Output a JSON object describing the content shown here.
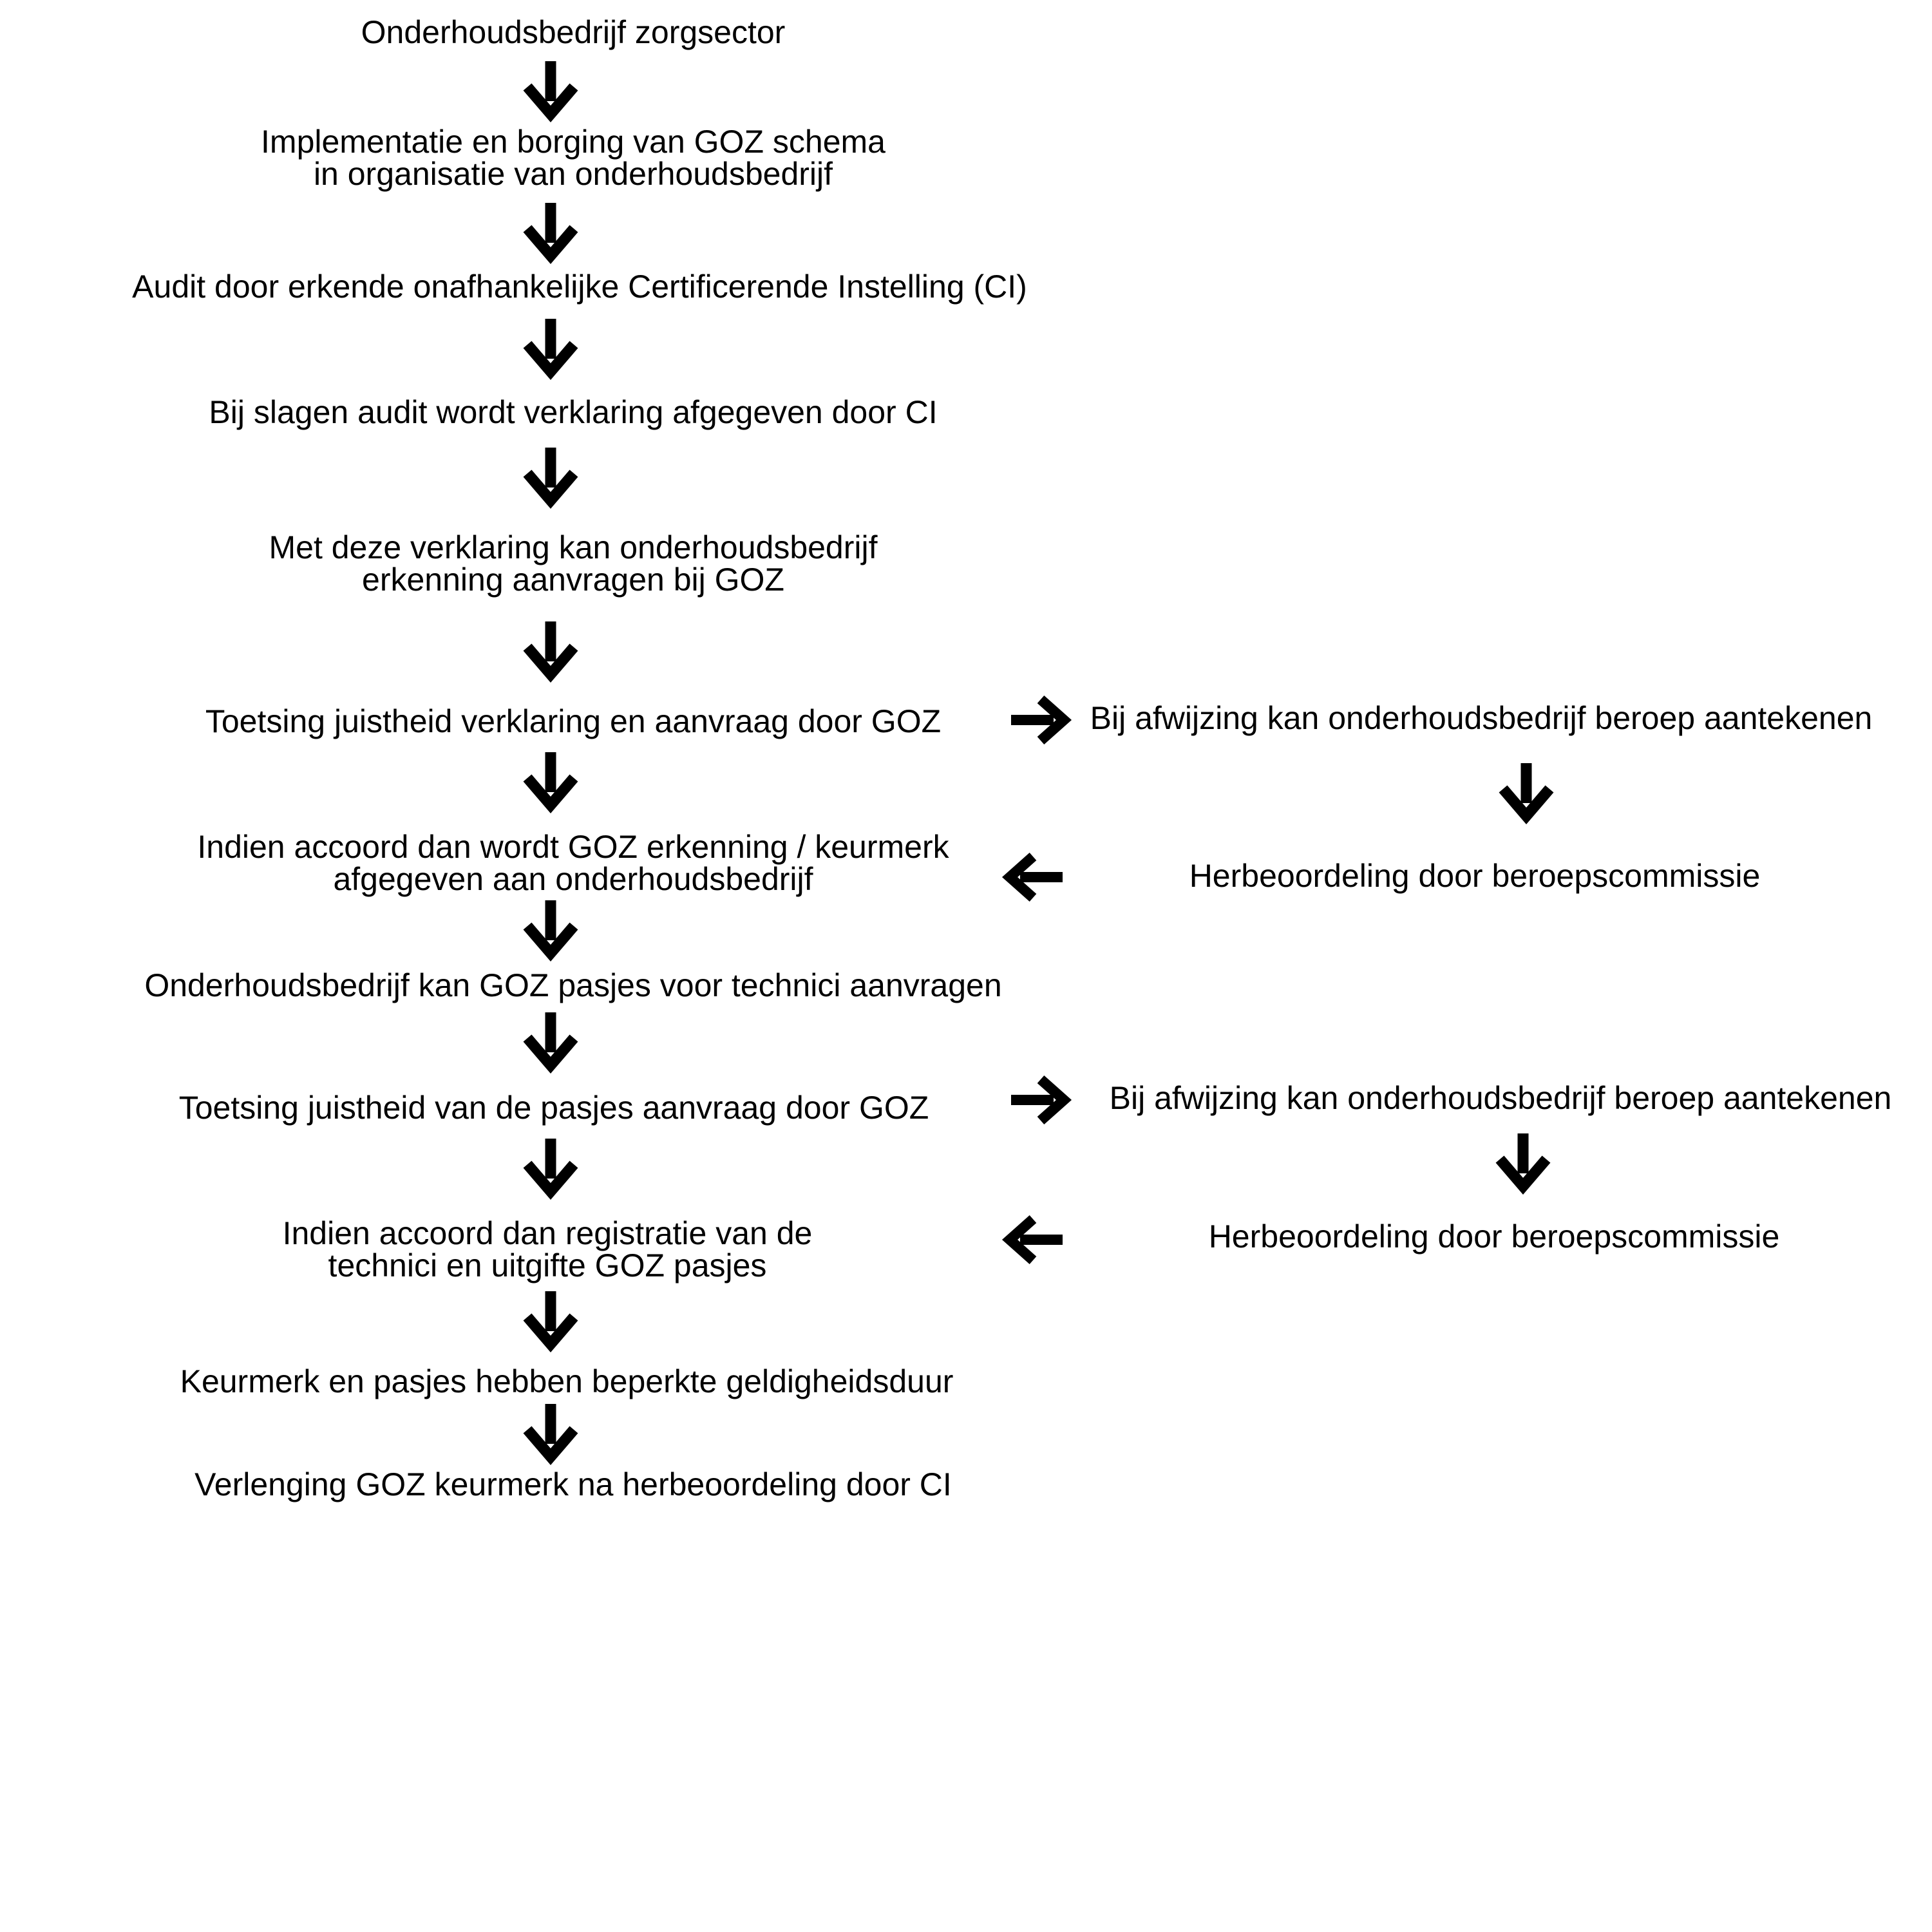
{
  "main": {
    "steps": [
      {
        "lines": [
          "Onderhoudsbedrijf zorgsector"
        ]
      },
      {
        "lines": [
          "Implementatie en borging van GOZ schema",
          "in organisatie van onderhoudsbedrijf"
        ]
      },
      {
        "lines": [
          "Audit door erkende onafhankelijke Certificerende Instelling (CI)"
        ]
      },
      {
        "lines": [
          "Bij slagen audit wordt verklaring afgegeven door CI"
        ]
      },
      {
        "lines": [
          "Met deze verklaring kan onderhoudsbedrijf",
          "erkenning aanvragen bij GOZ"
        ]
      },
      {
        "lines": [
          "Toetsing juistheid verklaring en aanvraag door GOZ"
        ]
      },
      {
        "lines": [
          "Indien accoord dan wordt GOZ erkenning / keurmerk",
          "afgegeven aan onderhoudsbedrijf"
        ]
      },
      {
        "lines": [
          "Onderhoudsbedrijf kan GOZ pasjes voor technici aanvragen"
        ]
      },
      {
        "lines": [
          "Toetsing juistheid van de pasjes aanvraag door GOZ"
        ]
      },
      {
        "lines": [
          "Indien accoord dan registratie van de",
          "technici en uitgifte GOZ pasjes"
        ]
      },
      {
        "lines": [
          "Keurmerk en pasjes hebben beperkte geldigheidsduur"
        ]
      },
      {
        "lines": [
          "Verlenging GOZ keurmerk na herbeoordeling door CI"
        ]
      }
    ]
  },
  "appeals": [
    {
      "objection": "Bij afwijzing kan onderhoudsbedrijf beroep aantekenen",
      "review": "Herbeoordeling door beroepscommissie"
    },
    {
      "objection": "Bij afwijzing kan onderhoudsbedrijf beroep aantekenen",
      "review": "Herbeoordeling door beroepscommissie"
    }
  ],
  "icons": {
    "flow": "arrow-down-icon",
    "to_appeal": "arrow-right-icon",
    "from_appeal": "arrow-left-icon"
  }
}
